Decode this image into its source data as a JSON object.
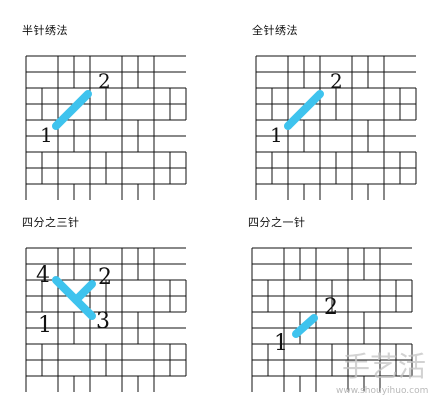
{
  "panels": [
    {
      "title": "半针绣法",
      "labels": [
        "1",
        "2"
      ]
    },
    {
      "title": "全针绣法",
      "labels": [
        "1",
        "2"
      ]
    },
    {
      "title": "四分之三针",
      "labels": [
        "4",
        "2",
        "1",
        "3"
      ]
    },
    {
      "title": "四分之一针",
      "labels": [
        "1",
        "2"
      ]
    }
  ],
  "watermark": {
    "text": "www.shouyihuo.com"
  },
  "colors": {
    "stitch": "#3ec3ee",
    "grid": "#111111",
    "background": "#ffffff"
  }
}
